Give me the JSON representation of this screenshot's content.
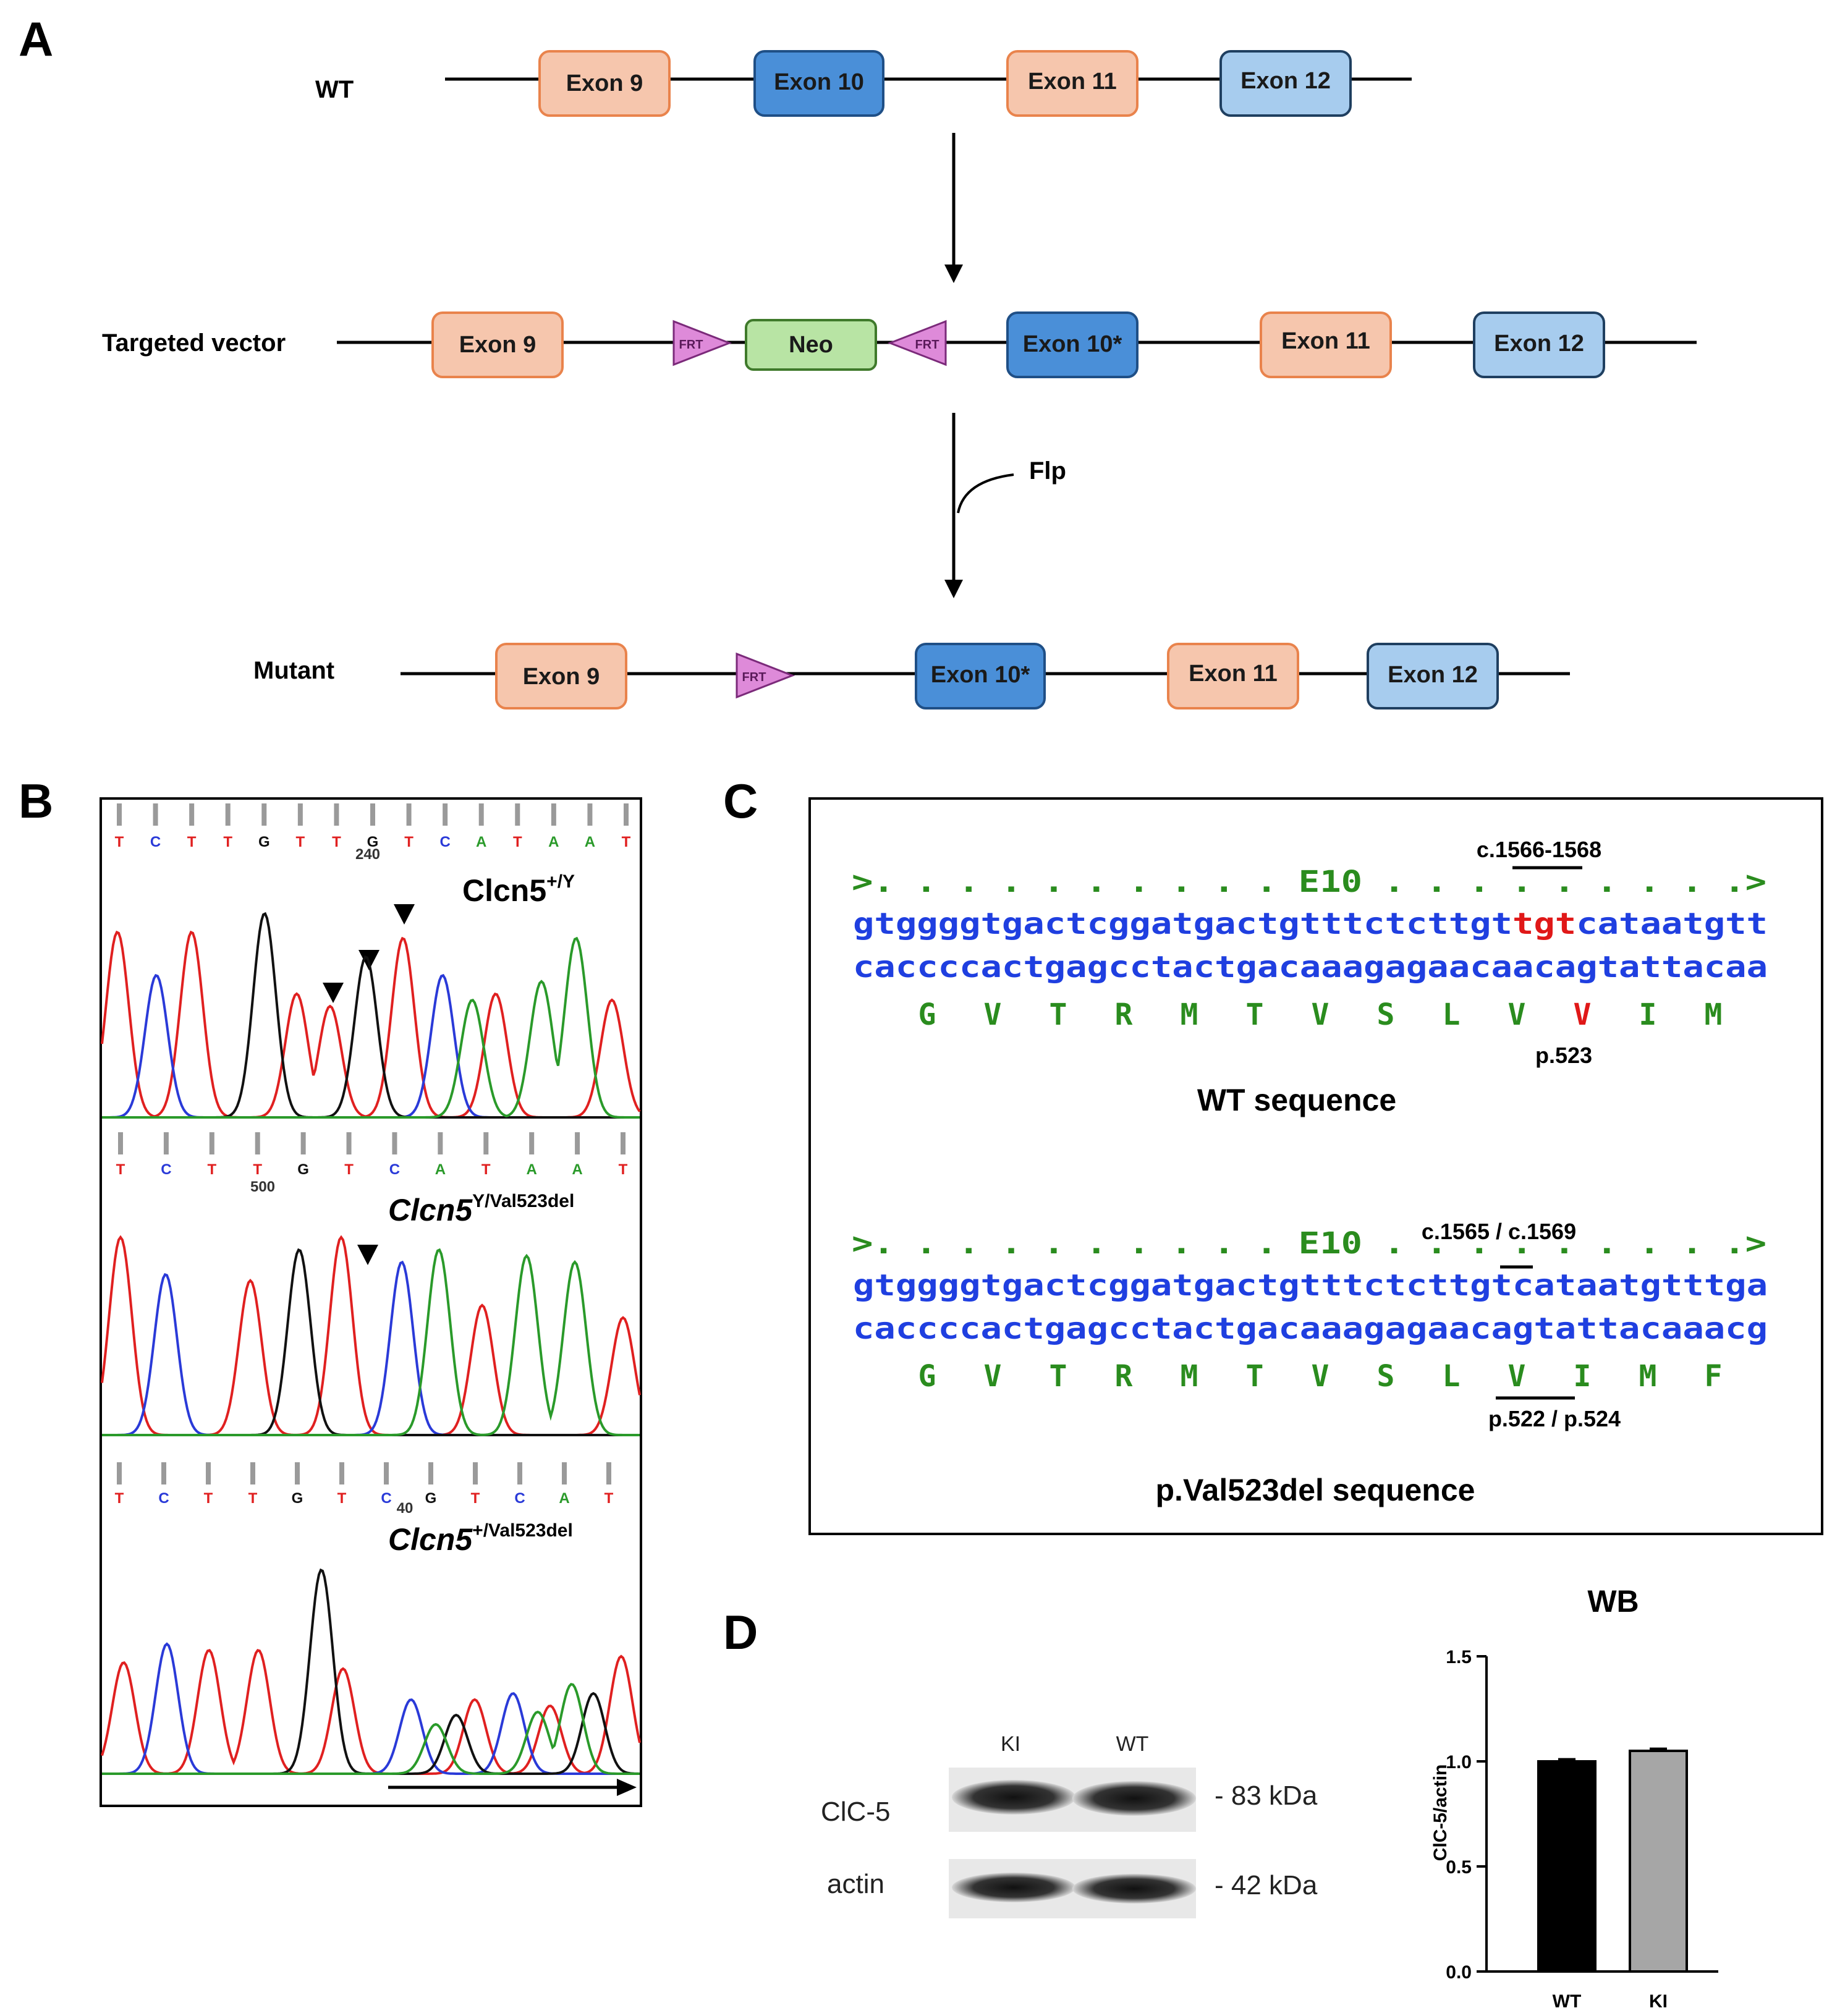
{
  "panel_labels": {
    "a": "A",
    "b": "B",
    "c": "C",
    "d": "D"
  },
  "colors": {
    "exon_orange_fill": "#f6c6ad",
    "exon_orange_stroke": "#e9834c",
    "exon_blue_fill": "#4a8fd8",
    "exon_blue_stroke": "#1f4f86",
    "exon_light_fill": "#a7ccee",
    "exon_light_stroke": "#1f3f60",
    "neo_fill": "#b8e4a4",
    "neo_stroke": "#3f7a2b",
    "frt_fill": "#de8ad9",
    "frt_stroke": "#7b2a7a",
    "seq_blue": "#1f3fe0",
    "seq_green": "#2a8c1e",
    "seq_red": "#e01818"
  },
  "panel_a": {
    "rows": [
      {
        "label": "WT",
        "exons": [
          "Exon 9",
          "Exon 10",
          "Exon 11",
          "Exon 12"
        ]
      },
      {
        "label": "Targeted vector",
        "exons": [
          "Exon 9",
          "Neo",
          "Exon 10*",
          "Exon 11",
          "Exon 12"
        ],
        "frt": "FRT"
      },
      {
        "label": "Mutant",
        "exons": [
          "Exon 9",
          "Exon 10*",
          "Exon 11",
          "Exon 12"
        ],
        "frt": "FRT"
      }
    ],
    "flp_label": "Flp"
  },
  "panel_b": {
    "traces": [
      {
        "label_main": "Clcn5",
        "label_sup": "+/Y",
        "bases": [
          "T",
          "C",
          "T",
          "T",
          "G",
          "T",
          "T",
          "G",
          "T",
          "C",
          "A",
          "T",
          "A",
          "A",
          "T"
        ],
        "position": "240"
      },
      {
        "label_main": "Clcn5",
        "label_sup": "Y/Val523del",
        "bases": [
          "T",
          "C",
          "T",
          "T",
          "G",
          "T",
          "C",
          "A",
          "T",
          "A",
          "A",
          "T"
        ],
        "position": "500"
      },
      {
        "label_main": "Clcn5",
        "label_sup": "+/Val523del",
        "bases": [
          "T",
          "C",
          "T",
          "T",
          "G",
          "T",
          "C",
          "G",
          "T",
          "C",
          "A",
          "T"
        ],
        "position": "40"
      }
    ]
  },
  "panel_c": {
    "wt": {
      "header": ">. . . . . . . . . . E10 . . . . . . . . .>",
      "annotation_top": "c.1566-1568",
      "line1_pre": "gtggggtgactcggatgactgtttctcttgt",
      "line1_mut": "tgt",
      "line1_post": "cataatgtt",
      "line2": "caccccactgagcctactgacaaagagaacaacagtattacaa",
      "aa": [
        "G",
        "V",
        "T",
        "R",
        "M",
        "T",
        "V",
        "S",
        "L",
        "V",
        "V",
        "I",
        "M"
      ],
      "annotation_bottom": "p.523",
      "caption": "WT sequence"
    },
    "mut": {
      "header": ">. . . . . . . . . . E10 . . . . . . . . .>",
      "annotation_top": "c.1565 / c.1569",
      "line1": "gtggggtgactcggatgactgtttctcttgtcataatgtttga",
      "line2": "caccccactgagcctactgacaaagagaacagtattacaaacg",
      "aa": [
        "G",
        "V",
        "T",
        "R",
        "M",
        "T",
        "V",
        "S",
        "L",
        "V",
        "I",
        "M",
        "F"
      ],
      "annotation_bottom": "p.522 / p.524",
      "caption": "p.Val523del sequence"
    }
  },
  "panel_d": {
    "blot": {
      "lanes": [
        "KI",
        "WT"
      ],
      "rows": [
        {
          "protein": "ClC-5",
          "size": "- 83 kDa"
        },
        {
          "protein": "actin",
          "size": "- 42 kDa"
        }
      ]
    },
    "chart_data": {
      "type": "bar",
      "title": "WB",
      "categories": [
        "WT",
        "KI"
      ],
      "values": [
        1.0,
        1.05
      ],
      "errors": [
        0.01,
        0.01
      ],
      "bar_colors": [
        "#000000",
        "#a6a6a6"
      ],
      "ylabel": "ClC-5/actin",
      "xlabel": "",
      "ylim": [
        0,
        1.5
      ],
      "yticks": [
        "0.0",
        "0.5",
        "1.0",
        "1.5"
      ],
      "grid": false
    }
  }
}
